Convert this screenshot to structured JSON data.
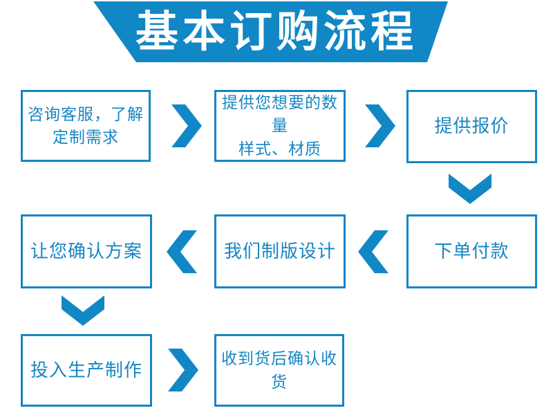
{
  "banner": {
    "title": "基本订购流程"
  },
  "colors": {
    "accent": "#1287c5",
    "box_border": "#1586c3",
    "box_text": "#1586c3",
    "banner_text": "#ffffff",
    "background": "#ffffff"
  },
  "flow": {
    "steps": [
      {
        "label": "咨询客服，了解\n定制需求"
      },
      {
        "label": "提供您想要的数量\n样式、材质"
      },
      {
        "label": "提供报价"
      },
      {
        "label": "下单付款"
      },
      {
        "label": "我们制版设计"
      },
      {
        "label": "让您确认方案"
      },
      {
        "label": "投入生产制作"
      },
      {
        "label": "收到货后确认收货"
      }
    ],
    "connectors": [
      {
        "from": 1,
        "to": 2,
        "direction": "right"
      },
      {
        "from": 2,
        "to": 3,
        "direction": "right"
      },
      {
        "from": 3,
        "to": 4,
        "direction": "down"
      },
      {
        "from": 4,
        "to": 5,
        "direction": "left"
      },
      {
        "from": 5,
        "to": 6,
        "direction": "left"
      },
      {
        "from": 6,
        "to": 7,
        "direction": "down"
      },
      {
        "from": 7,
        "to": 8,
        "direction": "right"
      }
    ]
  }
}
